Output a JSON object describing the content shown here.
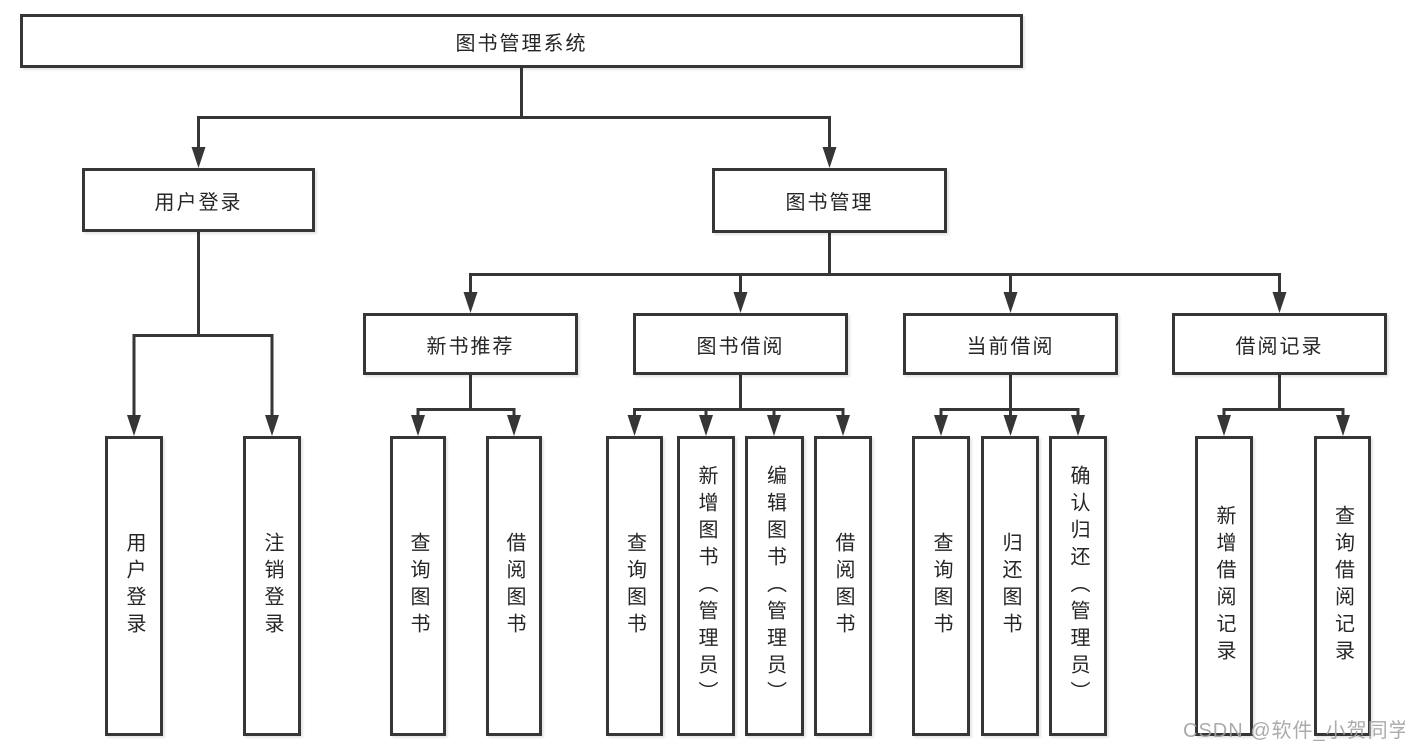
{
  "watermark": "CSDN @软件_小贺同学",
  "colors": {
    "line": "#363636",
    "text": "#262626",
    "watermark_text": "#a3a3a3",
    "background": "#ffffff"
  },
  "nodes": {
    "root": "图书管理系统",
    "user_login": "用户登录",
    "book_management": "图书管理",
    "login": "用户登录",
    "logout": "注销登录",
    "new_book_recommend": "新书推荐",
    "book_borrow": "图书借阅",
    "current_borrow": "当前借阅",
    "borrow_records": "借阅记录",
    "nbr_query_book": "查询图书",
    "nbr_borrow_book": "借阅图书",
    "bb_query_book": "查询图书",
    "bb_add_book": "新增图书（管理员）",
    "bb_edit_book": "编辑图书（管理员）",
    "bb_borrow_book": "借阅图书",
    "cb_query_book": "查询图书",
    "cb_return_book": "归还图书",
    "cb_confirm_return": "确认归还（管理员）",
    "br_add_record": "新增借阅记录",
    "br_query_record": "查询借阅记录"
  }
}
